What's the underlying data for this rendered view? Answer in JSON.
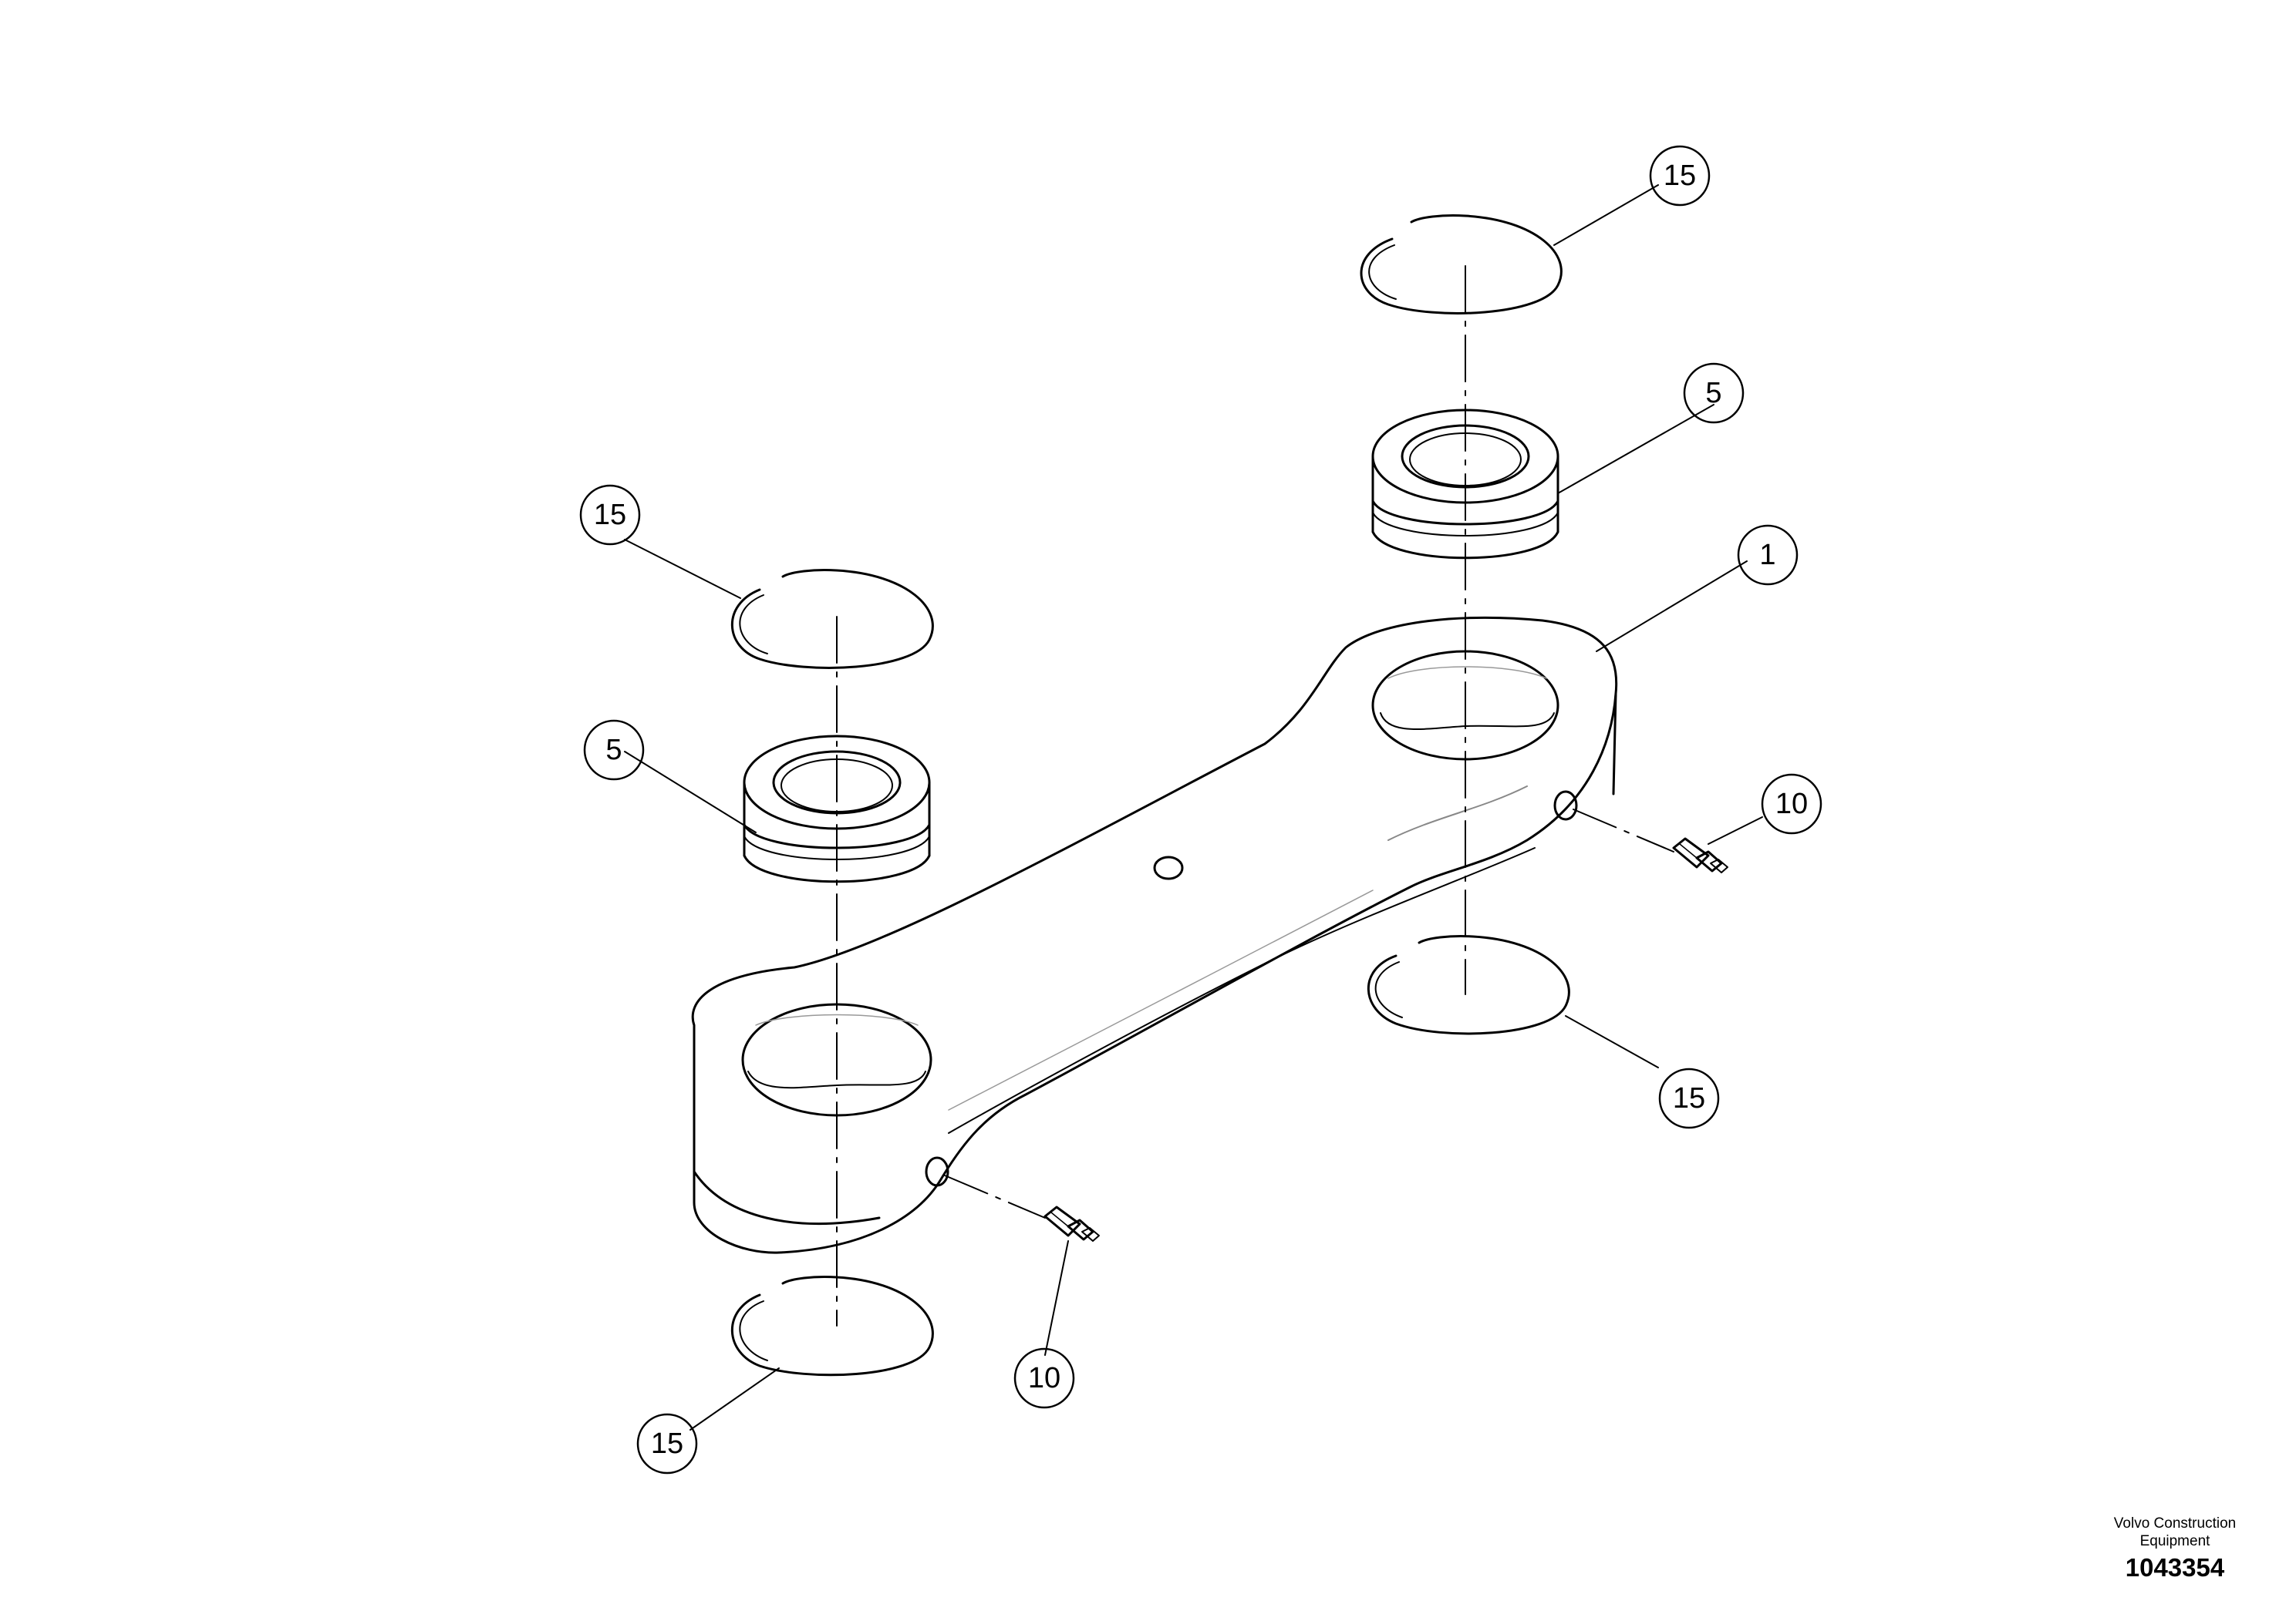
{
  "callouts": [
    {
      "id": "c15_top_right",
      "label": "15"
    },
    {
      "id": "c5_right",
      "label": "5"
    },
    {
      "id": "c1_link",
      "label": "1"
    },
    {
      "id": "c10_right",
      "label": "10"
    },
    {
      "id": "c15_right_lower",
      "label": "15"
    },
    {
      "id": "c15_left_upper",
      "label": "15"
    },
    {
      "id": "c5_left",
      "label": "5"
    },
    {
      "id": "c10_bottom",
      "label": "10"
    },
    {
      "id": "c15_left_lower",
      "label": "15"
    }
  ],
  "title_block": {
    "brand_line1": "Volvo Construction",
    "brand_line2": "Equipment",
    "drawing_number": "1043354"
  },
  "colors": {
    "line": "#000000",
    "background": "#ffffff"
  }
}
